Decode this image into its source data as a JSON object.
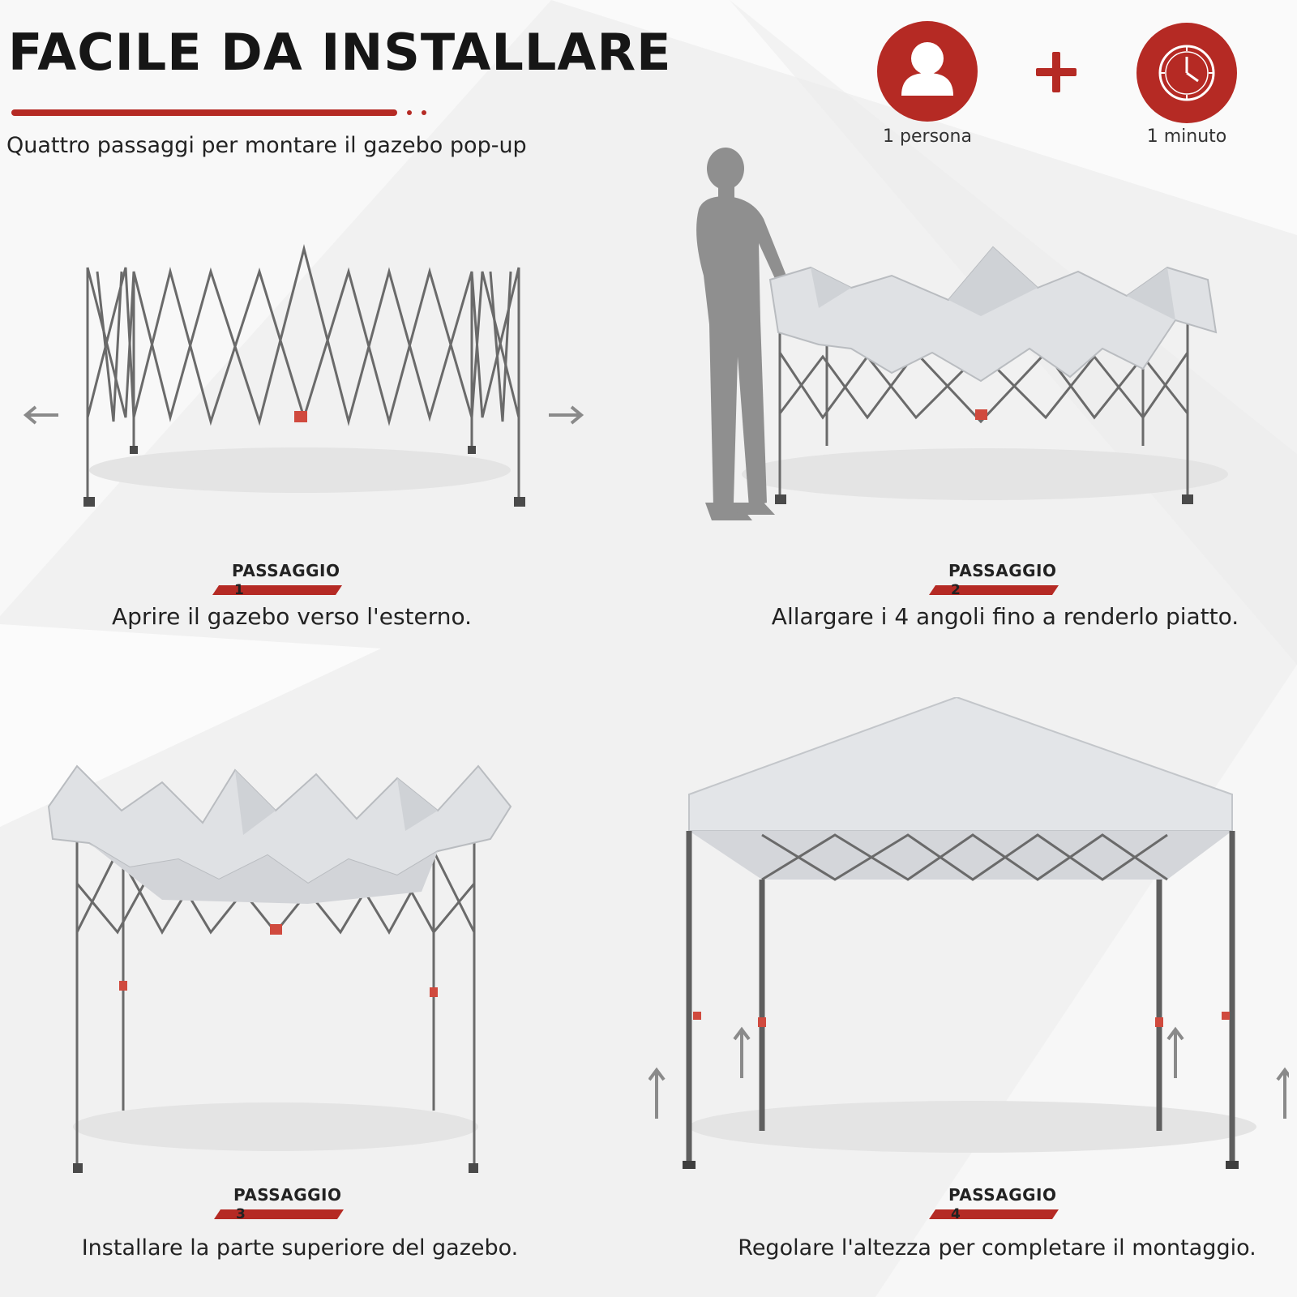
{
  "header": {
    "title": "FACILE DA INSTALLARE",
    "subtitle": "Quattro passaggi per montare il gazebo pop-up",
    "accent_color": "#b52a24"
  },
  "badges": [
    {
      "icon": "person-icon",
      "label": "1 persona"
    },
    {
      "icon": "clock-icon",
      "label": "1 minuto"
    }
  ],
  "connector_icon": "plus-icon",
  "steps": [
    {
      "word": "PASSAGGIO",
      "number": "1",
      "caption": "Aprire il gazebo verso l'esterno.",
      "illustration": "collapsed-frame-illustration"
    },
    {
      "word": "PASSAGGIO",
      "number": "2",
      "caption": "Allargare i 4 angoli fino a renderlo piatto.",
      "illustration": "frame-with-canopy-and-person-illustration"
    },
    {
      "word": "PASSAGGIO",
      "number": "3",
      "caption": "Installare la parte superiore del gazebo.",
      "illustration": "raised-canopy-illustration"
    },
    {
      "word": "PASSAGGIO",
      "number": "4",
      "caption": "Regolare l'altezza per completare il montaggio.",
      "illustration": "finished-gazebo-illustration"
    }
  ]
}
